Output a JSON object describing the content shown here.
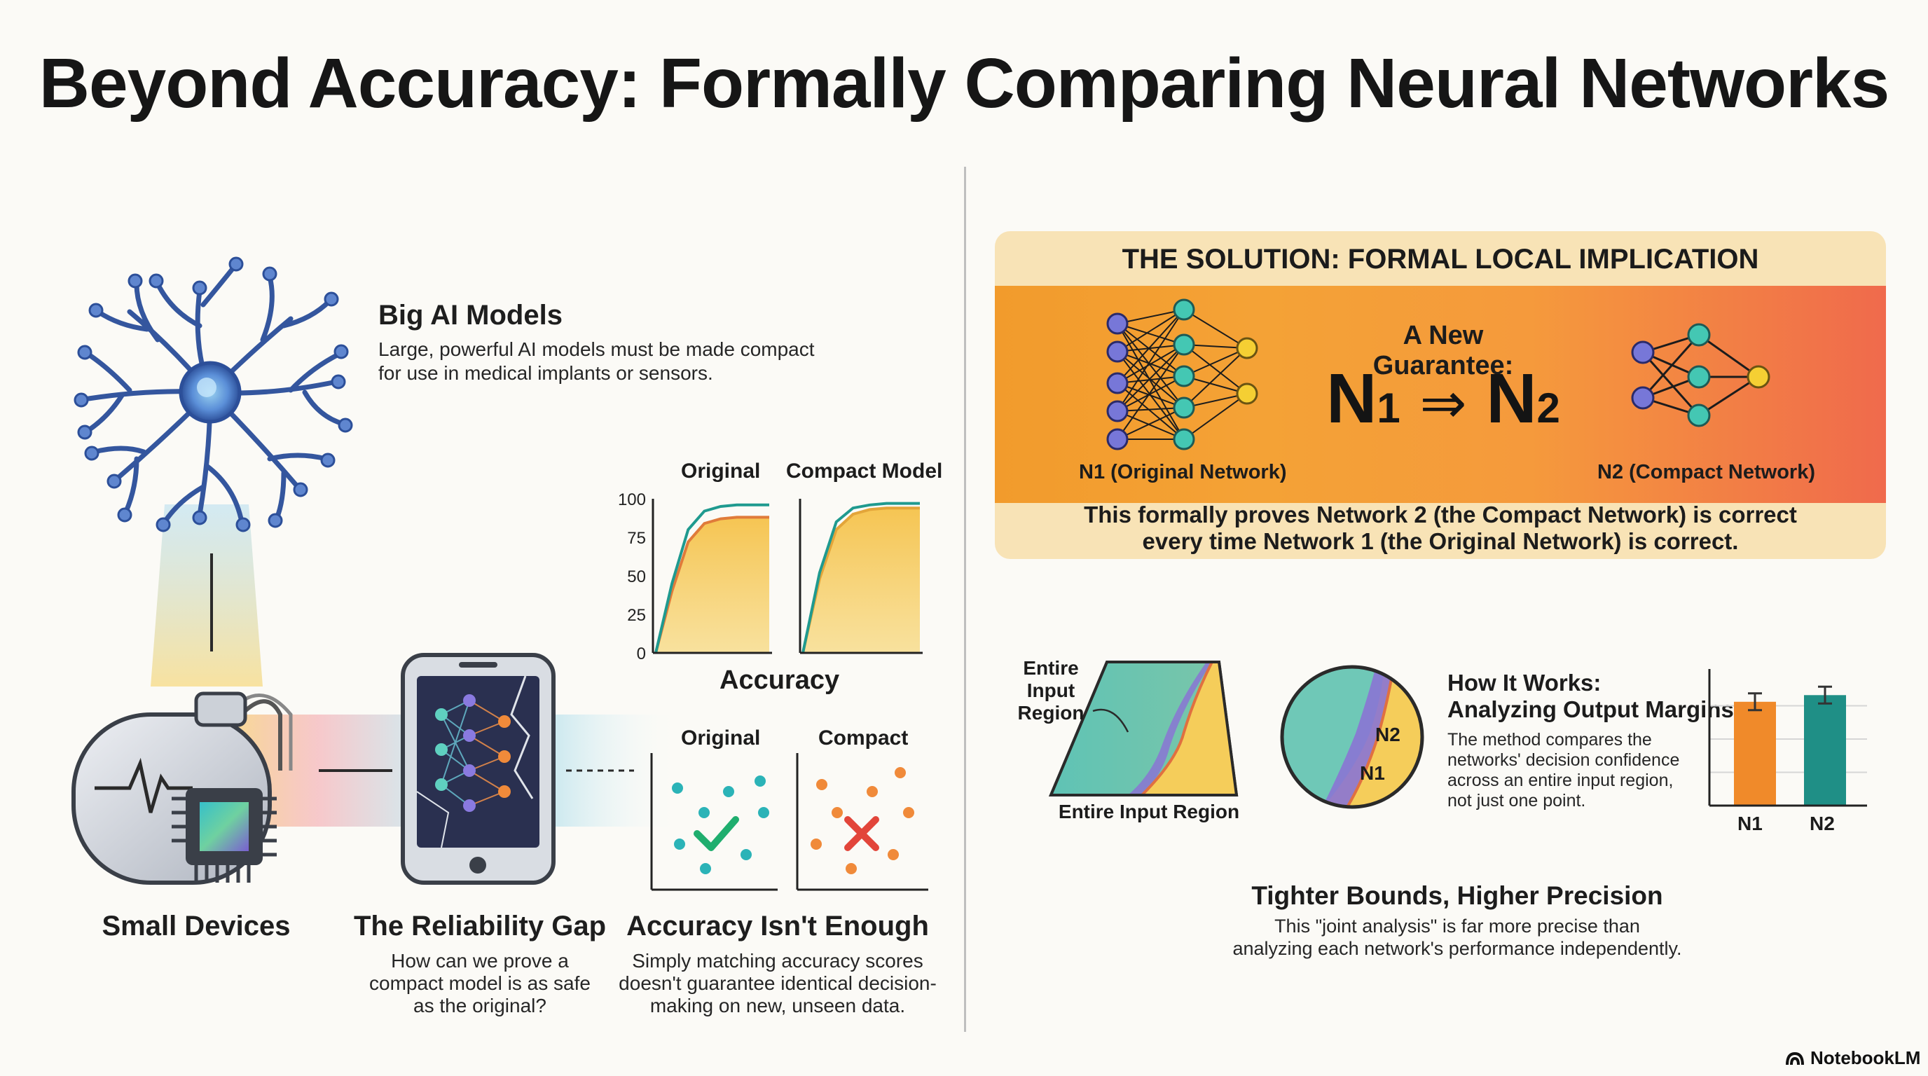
{
  "title": "Beyond Accuracy: Formally Comparing Neural Networks",
  "big_models": {
    "heading": "Big AI Models",
    "text_line1": "Large, powerful AI models must be made compact",
    "text_line2": "for use in medical implants or sensors."
  },
  "small_devices": {
    "heading": "Small Devices"
  },
  "reliability_gap": {
    "heading": "The Reliability Gap",
    "line1": "How can we prove a",
    "line2": "compact model is as safe",
    "line3": "as the original?"
  },
  "accuracy_not_enough": {
    "heading": "Accuracy Isn't Enough",
    "line1": "Simply matching accuracy scores",
    "line2": "doesn't guarantee identical decision-",
    "line3": "making on new, unseen data."
  },
  "accuracy_chart": {
    "label_original": "Original",
    "label_compact_model": "Compact Model",
    "xlabel": "Accuracy",
    "ticks": [
      "100",
      "75",
      "50",
      "25",
      "0"
    ]
  },
  "scatter_labels": {
    "original": "Original",
    "compact": "Compact"
  },
  "chart_data": [
    {
      "type": "line",
      "title": "Original",
      "xlabel": "Accuracy",
      "ylim": [
        0,
        100
      ],
      "y_ticks": [
        0,
        25,
        50,
        75,
        100
      ],
      "series": [
        {
          "color": "#1f9a8f",
          "values": [
            0,
            45,
            80,
            92,
            95,
            96,
            96,
            96
          ]
        },
        {
          "color": "#e07b3a",
          "values": [
            0,
            40,
            72,
            84,
            87,
            88,
            88,
            88
          ]
        }
      ]
    },
    {
      "type": "line",
      "title": "Compact Model",
      "ylim": [
        0,
        100
      ],
      "series": [
        {
          "color": "#1f9a8f",
          "values": [
            0,
            52,
            85,
            94,
            96,
            97,
            97,
            97
          ]
        },
        {
          "color": "#e3a53a",
          "values": [
            0,
            48,
            80,
            90,
            93,
            94,
            94,
            94
          ]
        }
      ]
    },
    {
      "type": "bar",
      "categories": [
        "N1",
        "N2"
      ],
      "values": [
        78,
        83
      ],
      "colors": [
        "#f08a2a",
        "#1f8f86"
      ]
    }
  ],
  "solution": {
    "title": "THE SOLUTION: FORMAL LOCAL IMPLICATION",
    "guarantee": "A New Guarantee:",
    "n1_left": "N",
    "n1_sub": "1",
    "arrow": "⇒",
    "n2_left": "N",
    "n2_sub": "2",
    "n1_caption": "N1 (Original Network)",
    "n2_caption": "N2 (Compact Network)",
    "proof_line1": "This formally proves Network 2 (the Compact Network) is correct",
    "proof_line2": "every time Network 1 (the Original Network) is correct."
  },
  "region": {
    "label_line1": "Entire",
    "label_line2": "Input",
    "label_line3": "Region",
    "bottom_label": "Entire Input Region",
    "circle_n2": "N2",
    "circle_n1": "N1"
  },
  "how_it_works": {
    "heading_line1": "How It Works:",
    "heading_line2": "Analyzing Output Margins",
    "line1": "The method compares the",
    "line2": "networks' decision confidence",
    "line3": "across an entire input region,",
    "line4": "not just one point."
  },
  "bar_labels": {
    "n1": "N1",
    "n2": "N2"
  },
  "tighter": {
    "heading": "Tighter Bounds, Higher Precision",
    "line1": "This \"joint analysis\" is far more precise than",
    "line2": "analyzing each network's performance independently."
  },
  "branding": {
    "logo_text": "NotebookLM"
  }
}
